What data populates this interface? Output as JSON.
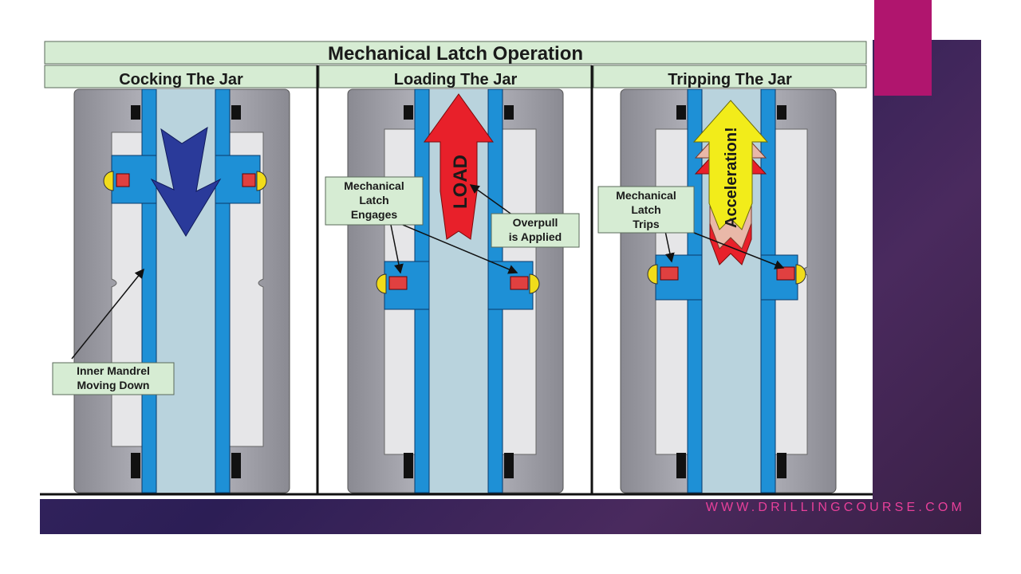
{
  "slide": {
    "footer_url": "WWW.DRILLINGCOURSE.COM",
    "colors": {
      "accent": "#b0156e",
      "background": "#2c1e55",
      "footer_text": "#e8409a",
      "mandrel_blue": "#1e90d6",
      "housing_gray": "#a6a6ae",
      "label_bg": "#d6ecd3"
    }
  },
  "diagram": {
    "title": "Mechanical Latch Operation",
    "panels": [
      {
        "heading": "Cocking The Jar",
        "callouts": [
          {
            "lines": [
              "Inner Mandrel",
              "Moving Down"
            ]
          }
        ]
      },
      {
        "heading": "Loading The Jar",
        "arrow_text": "LOAD",
        "callouts": [
          {
            "lines": [
              "Mechanical",
              "Latch",
              "Engages"
            ]
          },
          {
            "lines": [
              "Overpull",
              "is Applied"
            ]
          }
        ]
      },
      {
        "heading": "Tripping The Jar",
        "arrow_text": "Acceleration!",
        "callouts": [
          {
            "lines": [
              "Mechanical",
              "Latch",
              "Trips"
            ]
          }
        ]
      }
    ]
  }
}
